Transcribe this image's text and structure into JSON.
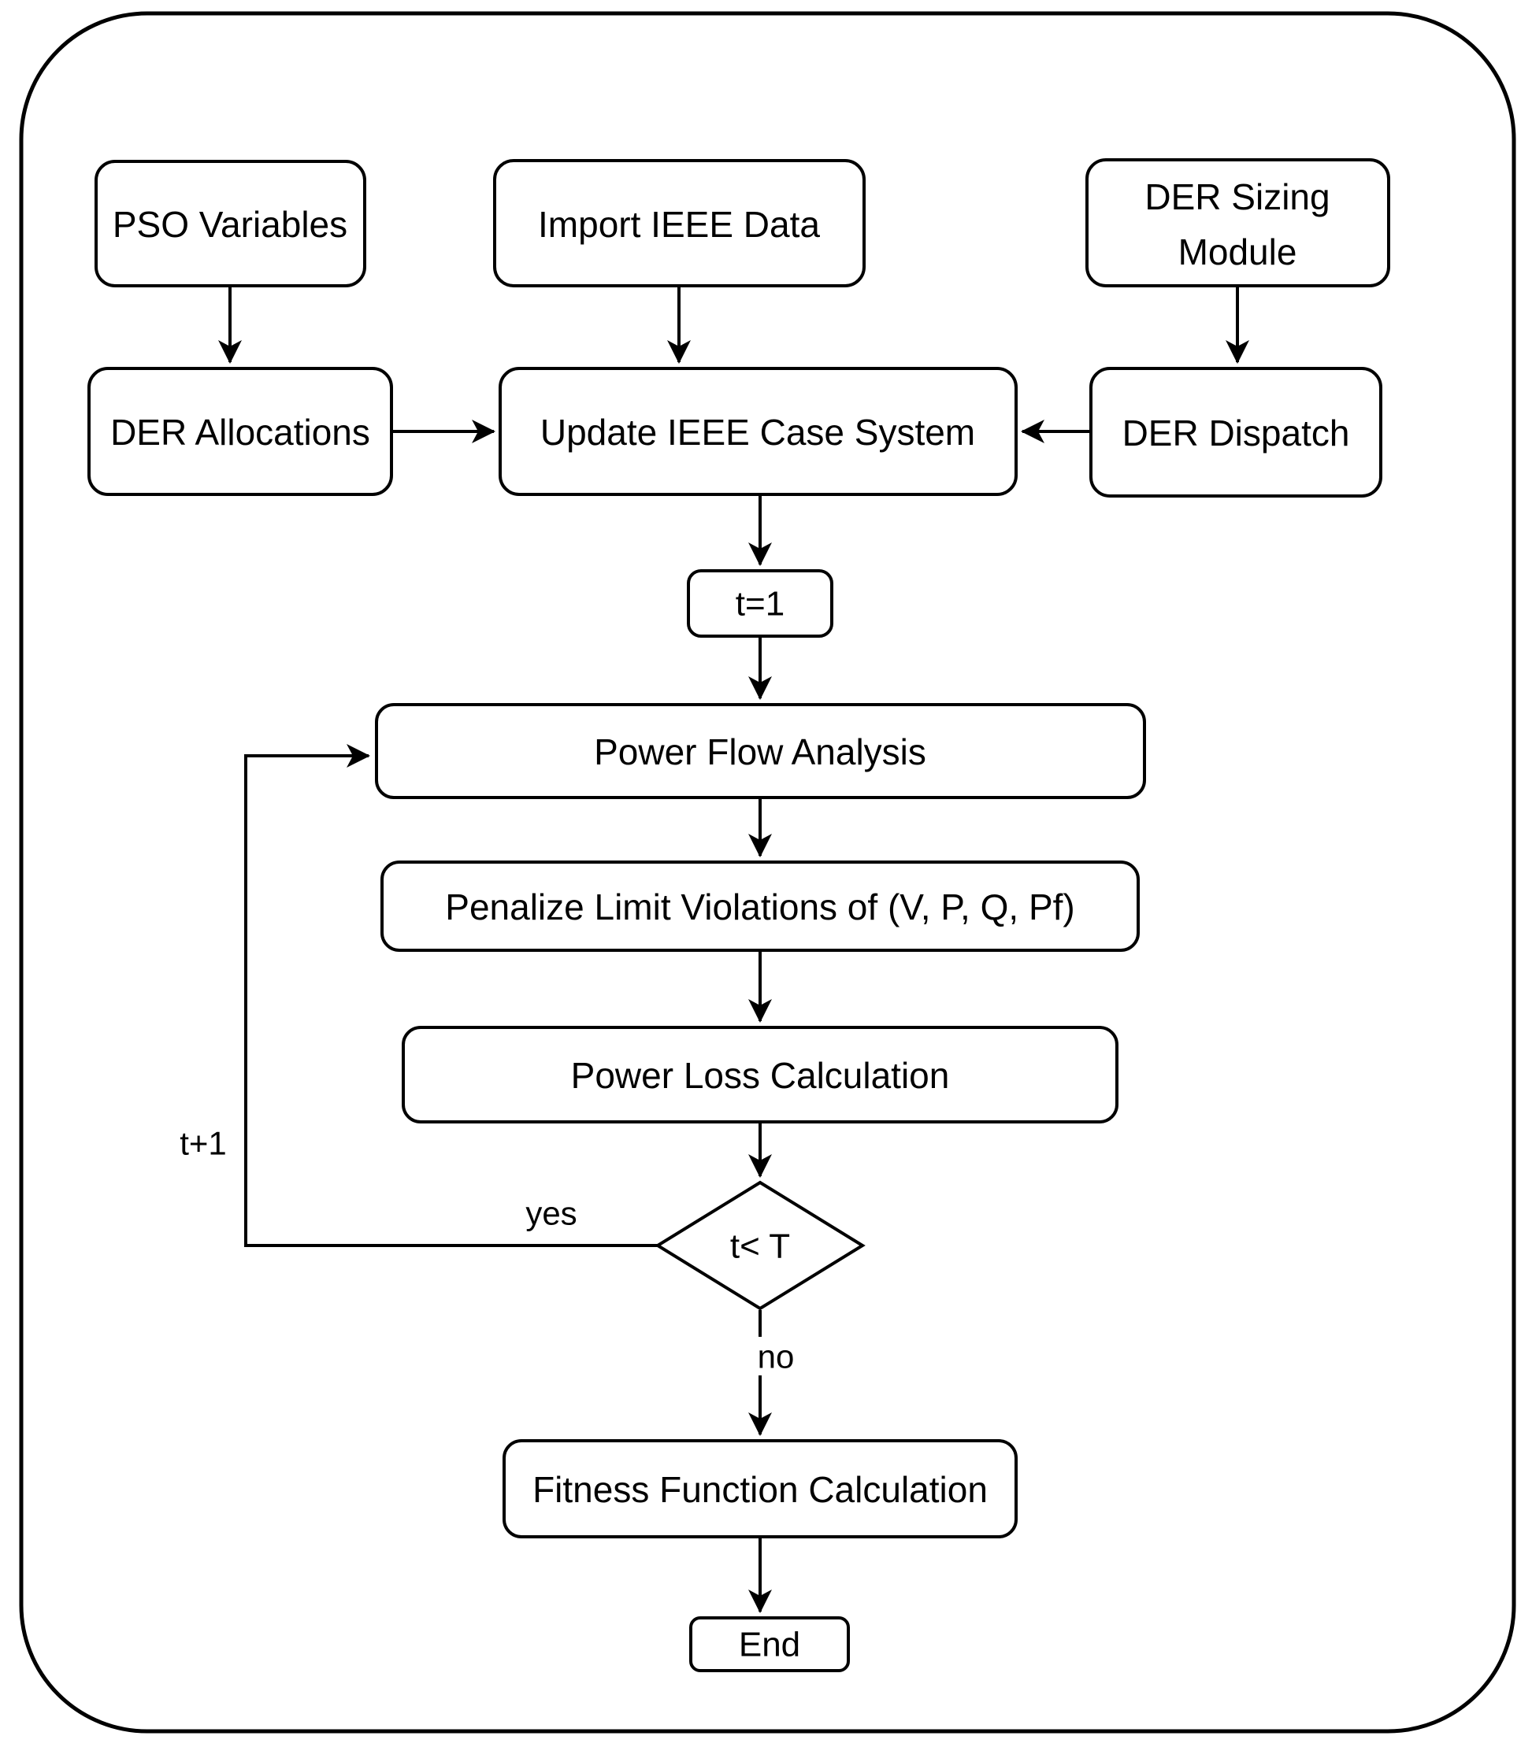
{
  "diagram": {
    "type": "flowchart",
    "nodes": {
      "pso_variables": "PSO Variables",
      "import_ieee_data": "Import IEEE Data",
      "der_sizing_line1": "DER Sizing",
      "der_sizing_line2": "Module",
      "der_allocations": "DER Allocations",
      "update_ieee_case": "Update IEEE Case System",
      "der_dispatch": "DER Dispatch",
      "t_init": "t=1",
      "power_flow": "Power Flow Analysis",
      "penalize": "Penalize Limit Violations of (V, P, Q, Pf)",
      "power_loss": "Power Loss Calculation",
      "decision": "t< T",
      "fitness": "Fitness Function Calculation",
      "end": "End"
    },
    "edge_labels": {
      "yes": "yes",
      "no": "no",
      "increment": "t+1"
    },
    "colors": {
      "stroke": "#000000",
      "node_fill": "#ffffff",
      "background": "#ffffff"
    }
  }
}
